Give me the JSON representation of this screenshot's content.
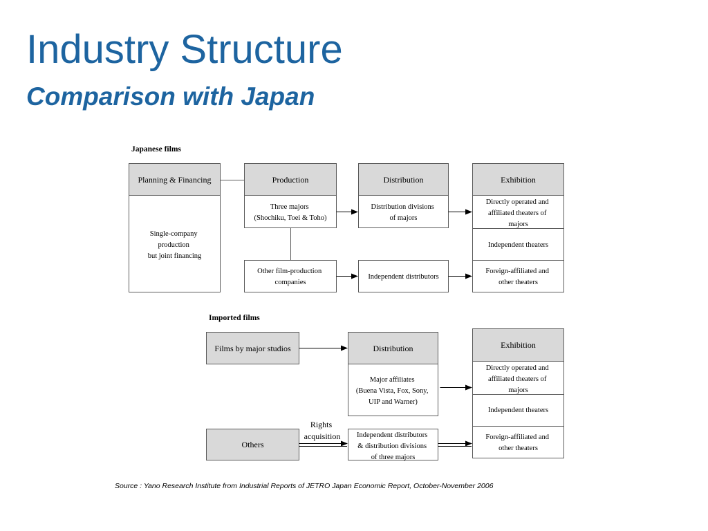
{
  "title": "Industry Structure",
  "subtitle": "Comparison with Japan",
  "japanese": {
    "label": "Japanese films",
    "planning": {
      "header": "Planning & Financing",
      "body": [
        "Single-company",
        "production",
        "but joint financing"
      ]
    },
    "production": {
      "header": "Production",
      "majors": [
        "Three majors",
        "(Shochiku, Toei & Toho)"
      ],
      "others": [
        "Other film-production",
        "companies"
      ]
    },
    "distribution": {
      "header": "Distribution",
      "divisions": [
        "Distribution divisions",
        "of majors"
      ],
      "independent": [
        "Independent distributors"
      ]
    },
    "exhibition": {
      "header": "Exhibition",
      "directly": [
        "Directly operated and",
        "affiliated theaters of",
        "majors"
      ],
      "independent": [
        "Independent theaters"
      ],
      "foreign": [
        "Foreign-affiliated and",
        "other theaters"
      ]
    }
  },
  "imported": {
    "label": "Imported films",
    "major_studios": [
      "Films by major studios"
    ],
    "others": [
      "Others"
    ],
    "rights": [
      "Rights",
      "acquisition"
    ],
    "distribution": {
      "header": "Distribution",
      "affiliates": [
        "Major affiliates",
        "(Buena Vista, Fox, Sony,",
        "UIP and Warner)"
      ],
      "independent": [
        "Independent distributors",
        "& distribution divisions",
        "of  three majors"
      ]
    },
    "exhibition": {
      "header": "Exhibition",
      "directly": [
        "Directly operated and",
        "affiliated theaters of",
        "majors"
      ],
      "independent": [
        "Independent theaters"
      ],
      "foreign": [
        "Foreign-affiliated and",
        "other theaters"
      ]
    }
  },
  "source": "Source : Yano Research Institute from Industrial Reports of JETRO Japan Economic Report, October-November 2006",
  "colors": {
    "title": "#1d64a0",
    "header_fill": "#d9d9d9",
    "border": "#5a5a5a"
  }
}
